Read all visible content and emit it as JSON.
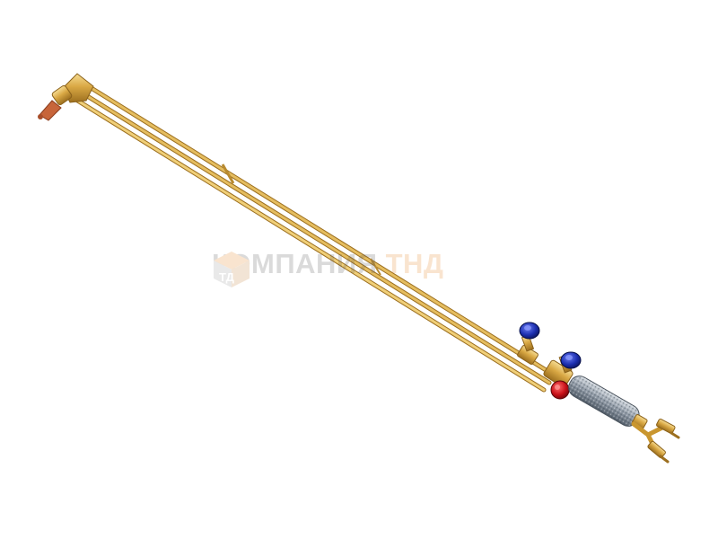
{
  "watermark": {
    "company_text": "КОМПАНИЯ",
    "brand_text": "ТНД",
    "logo_letters": "ТД"
  },
  "colors": {
    "brass_light": "#f0cf78",
    "brass_mid": "#d9a844",
    "brass_dark": "#9c6f1f",
    "copper_tip": "#c7653a",
    "handle_silver": "#9aa4b0",
    "valve_blue": "#1c2fb0",
    "valve_red": "#c81018",
    "watermark_gray": "#5a5a5a",
    "watermark_orange": "#e8892a"
  },
  "object": {
    "icon": "cutting-torch-icon",
    "parts": [
      "nozzle",
      "elbow-head",
      "brass-tubes",
      "blue-valve-knob",
      "red-valve-knob",
      "knurled-handle",
      "hose-fittings"
    ]
  }
}
